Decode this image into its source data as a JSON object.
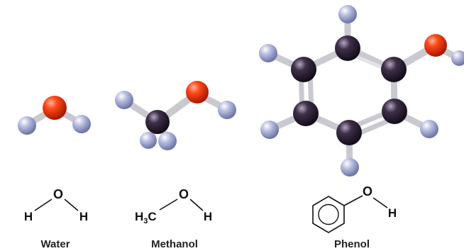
{
  "molecules": {
    "water": {
      "name": "Water",
      "formula": {
        "left": "H",
        "center": "O",
        "right": "H"
      }
    },
    "methanol": {
      "name": "Methanol",
      "formula": {
        "left_base": "H",
        "left_sub": "3",
        "left_tail": "C",
        "center": "O",
        "right": "H"
      }
    },
    "phenol": {
      "name": "Phenol",
      "formula": {
        "center": "O",
        "right": "H"
      }
    }
  },
  "colors": {
    "oxygen": "#e8320e",
    "hydrogen": "#aab0d8",
    "carbon": "#3a2c44",
    "bond": "#d8d8dc",
    "text": "#111111"
  }
}
